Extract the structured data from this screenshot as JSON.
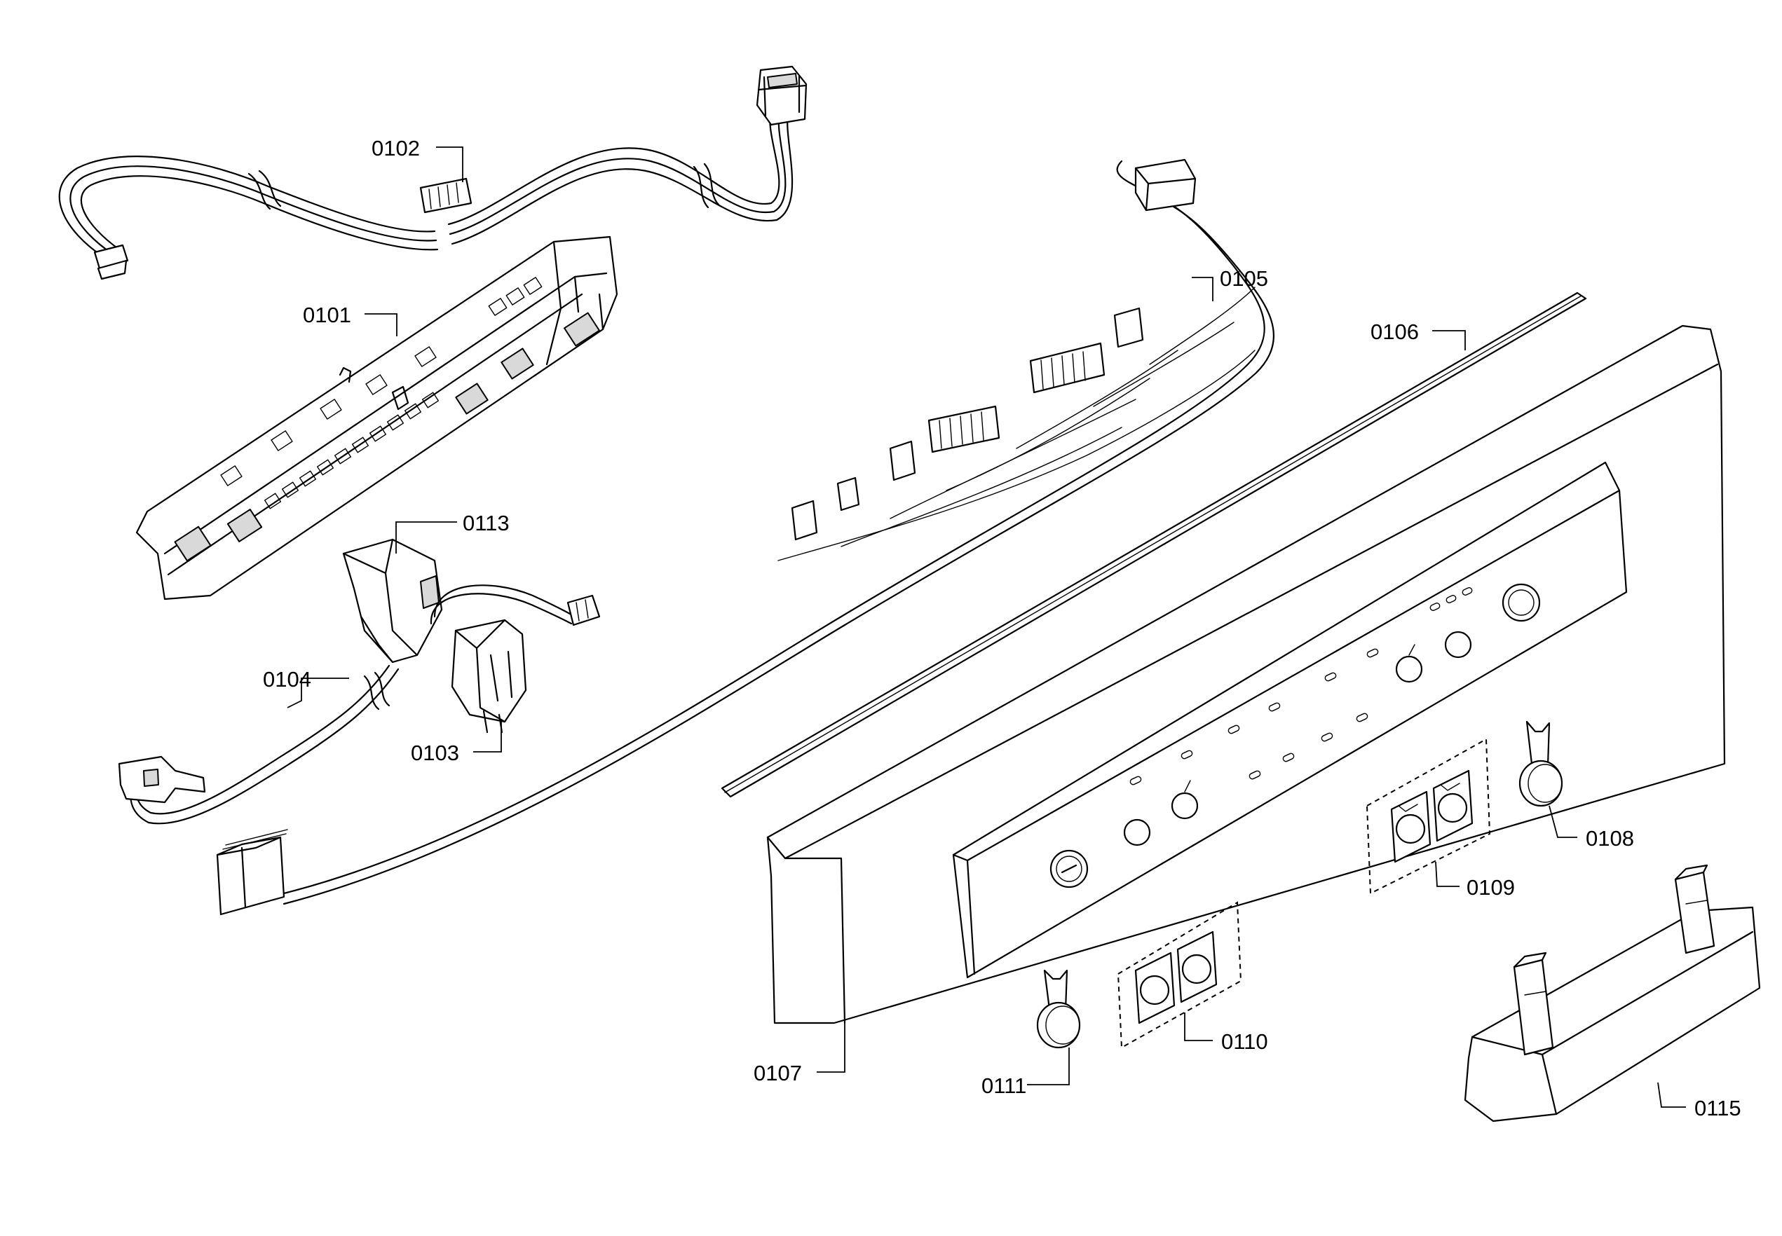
{
  "parts": [
    {
      "id": "0101",
      "label": "0101"
    },
    {
      "id": "0102",
      "label": "0102"
    },
    {
      "id": "0103",
      "label": "0103"
    },
    {
      "id": "0104",
      "label": "0104"
    },
    {
      "id": "0105",
      "label": "0105"
    },
    {
      "id": "0106",
      "label": "0106"
    },
    {
      "id": "0107",
      "label": "0107"
    },
    {
      "id": "0108",
      "label": "0108"
    },
    {
      "id": "0109",
      "label": "0109"
    },
    {
      "id": "0110",
      "label": "0110"
    },
    {
      "id": "0111",
      "label": "0111"
    },
    {
      "id": "0113",
      "label": "0113"
    },
    {
      "id": "0115",
      "label": "0115"
    }
  ]
}
